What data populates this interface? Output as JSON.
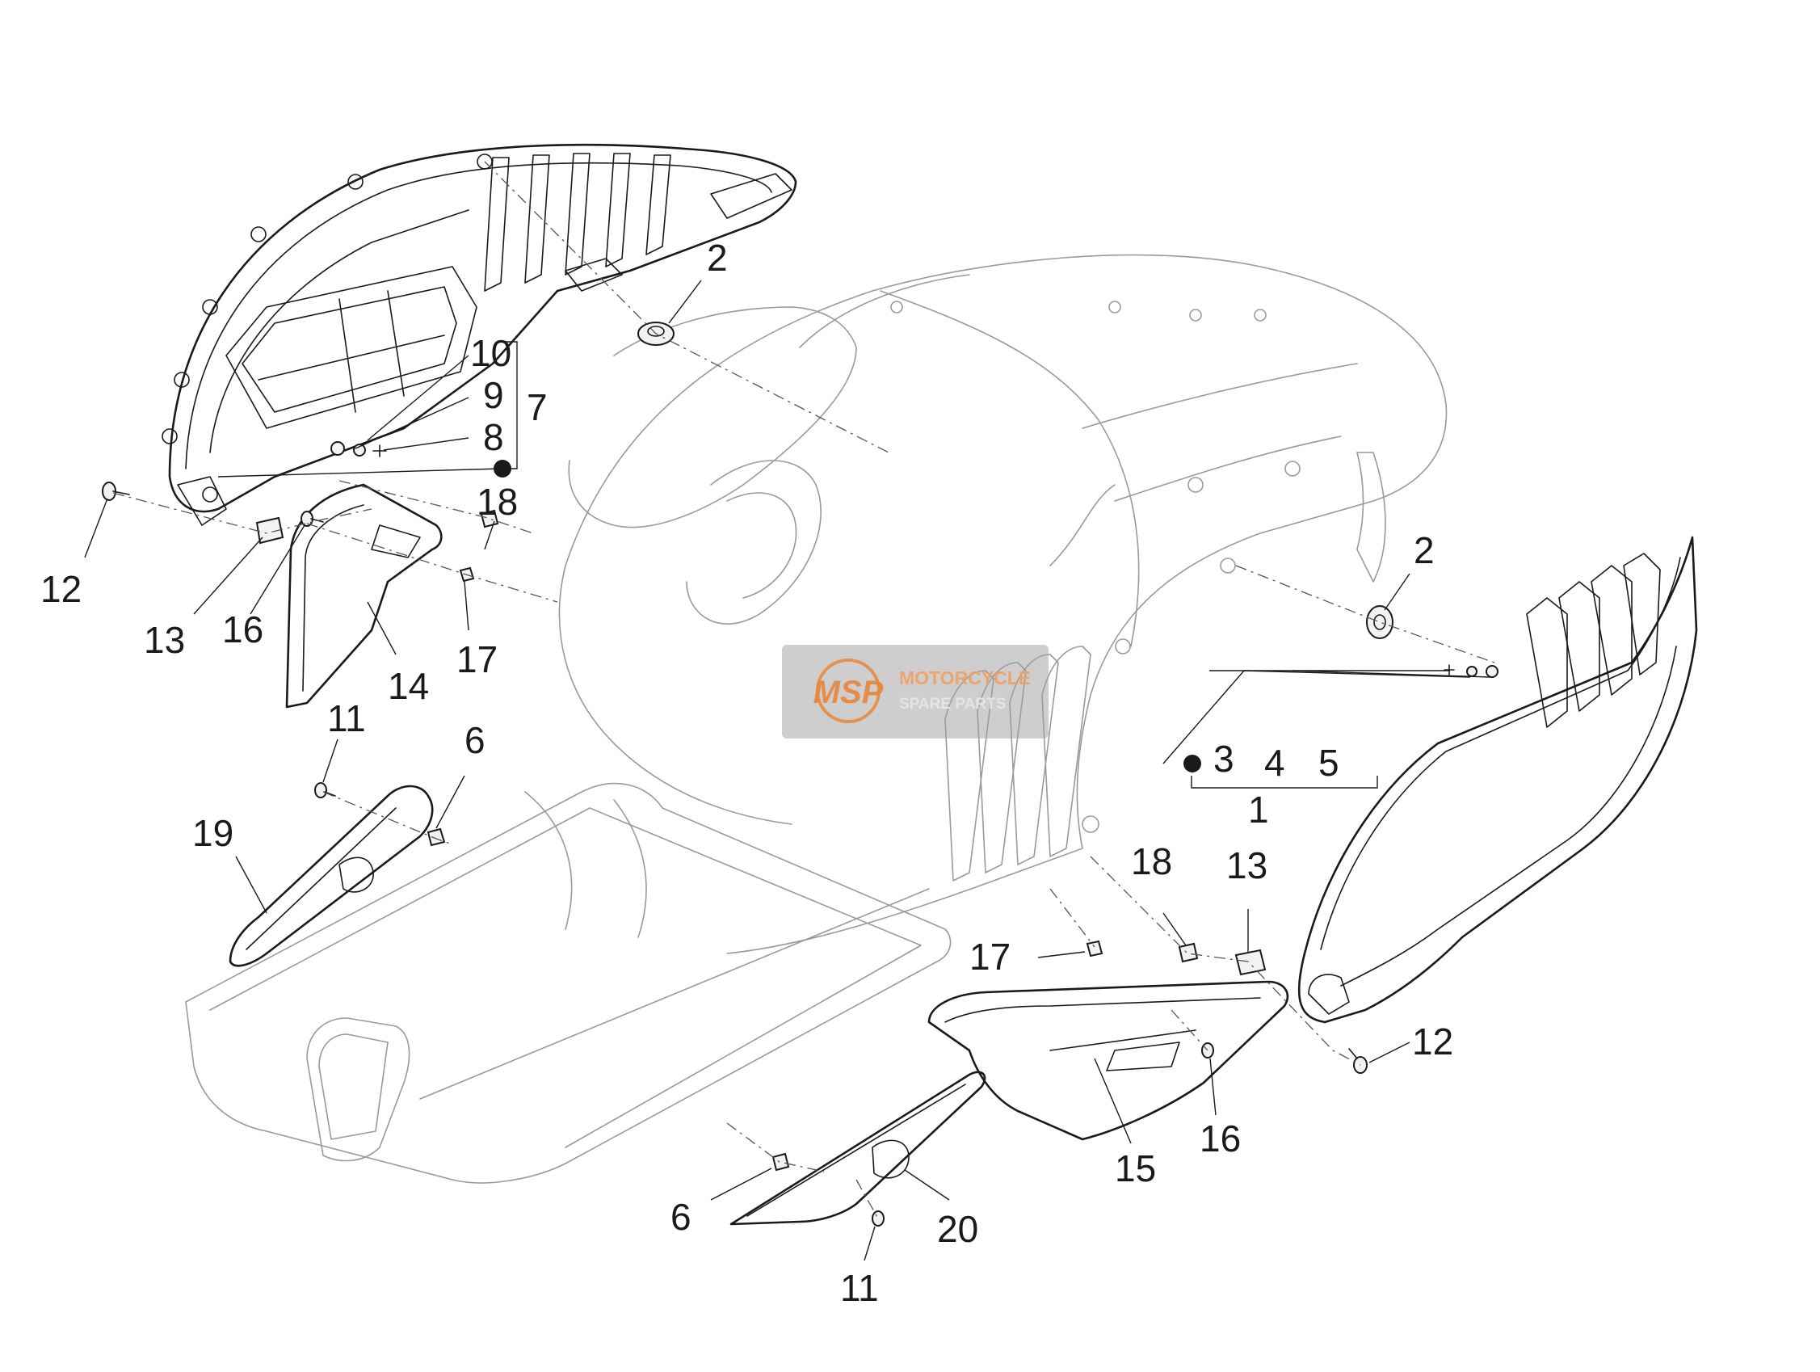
{
  "callouts": [
    {
      "id": "c2a",
      "text": "2"
    },
    {
      "id": "c10",
      "text": "10"
    },
    {
      "id": "c9",
      "text": "9"
    },
    {
      "id": "c7",
      "text": "7"
    },
    {
      "id": "c8",
      "text": "8"
    },
    {
      "id": "c18a",
      "text": "18"
    },
    {
      "id": "c12a",
      "text": "12"
    },
    {
      "id": "c13a",
      "text": "13"
    },
    {
      "id": "c16a",
      "text": "16"
    },
    {
      "id": "c17a",
      "text": "17"
    },
    {
      "id": "c14",
      "text": "14"
    },
    {
      "id": "c11a",
      "text": "11"
    },
    {
      "id": "c6a",
      "text": "6"
    },
    {
      "id": "c19",
      "text": "19"
    },
    {
      "id": "c2b",
      "text": "2"
    },
    {
      "id": "c3",
      "text": "3"
    },
    {
      "id": "c4",
      "text": "4"
    },
    {
      "id": "c5",
      "text": "5"
    },
    {
      "id": "c1",
      "text": "1"
    },
    {
      "id": "c18b",
      "text": "18"
    },
    {
      "id": "c13b",
      "text": "13"
    },
    {
      "id": "c17b",
      "text": "17"
    },
    {
      "id": "c12b",
      "text": "12"
    },
    {
      "id": "c16b",
      "text": "16"
    },
    {
      "id": "c15",
      "text": "15"
    },
    {
      "id": "c6b",
      "text": "6"
    },
    {
      "id": "c20",
      "text": "20"
    },
    {
      "id": "c11b",
      "text": "11"
    }
  ],
  "watermark": {
    "logo_text": "MSP",
    "line1": "MOTORCYCLE",
    "line2": "SPARE PARTS",
    "accent_color": "#e8873a",
    "panel_color": "#8c8c8c"
  }
}
